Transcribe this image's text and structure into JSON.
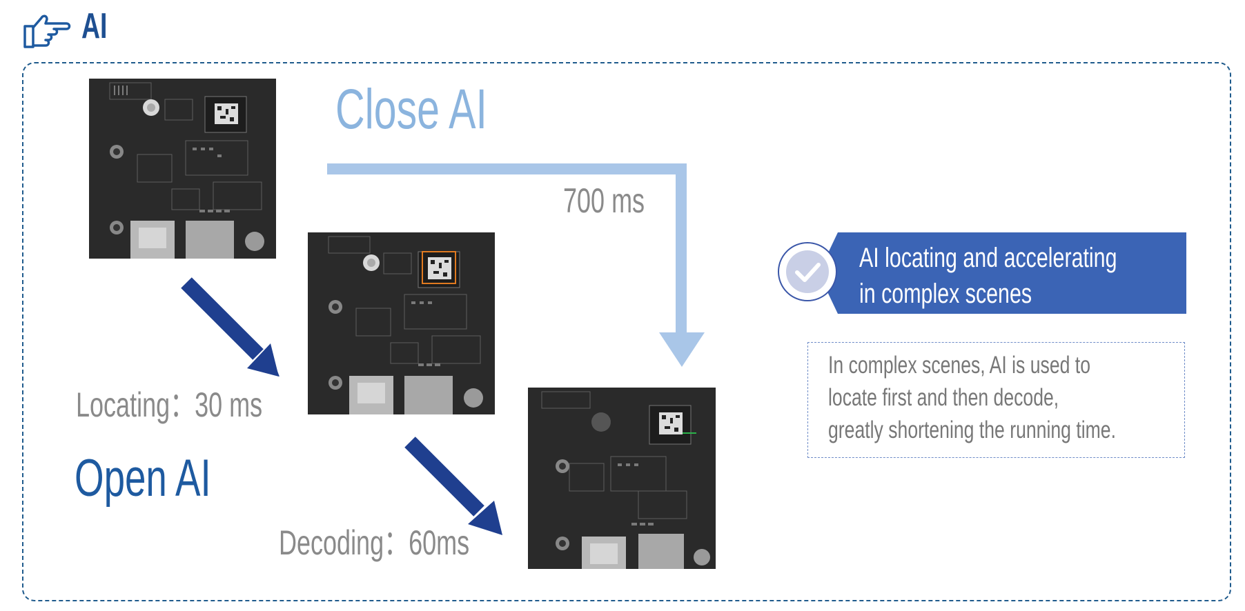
{
  "header": {
    "title": "AI",
    "icon": "pointing-hand-icon"
  },
  "diagram": {
    "close_ai": {
      "label": "Close AI",
      "time": "700 ms"
    },
    "open_ai": {
      "label": "Open AI",
      "locating": "Locating：30 ms",
      "decoding": "Decoding：60ms"
    },
    "images": [
      {
        "name": "pcb-board-original"
      },
      {
        "name": "pcb-board-located",
        "marker_color": "#e07a20"
      },
      {
        "name": "pcb-board-decoded",
        "marker_color": "#2bb34a"
      }
    ]
  },
  "highlight": {
    "icon": "check-icon",
    "line1": "AI locating and accelerating",
    "line2": "in complex scenes"
  },
  "description": {
    "line1": "In complex scenes, AI is used to",
    "line2": "locate first and then decode,",
    "line3": "greatly shortening the running time."
  },
  "colors": {
    "brand_blue": "#1e5aa0",
    "light_blue": "#a9c6e8",
    "arrow_dark": "#1f3f8f",
    "banner_blue": "#3b64b5",
    "text_gray": "#8a8a8a"
  }
}
